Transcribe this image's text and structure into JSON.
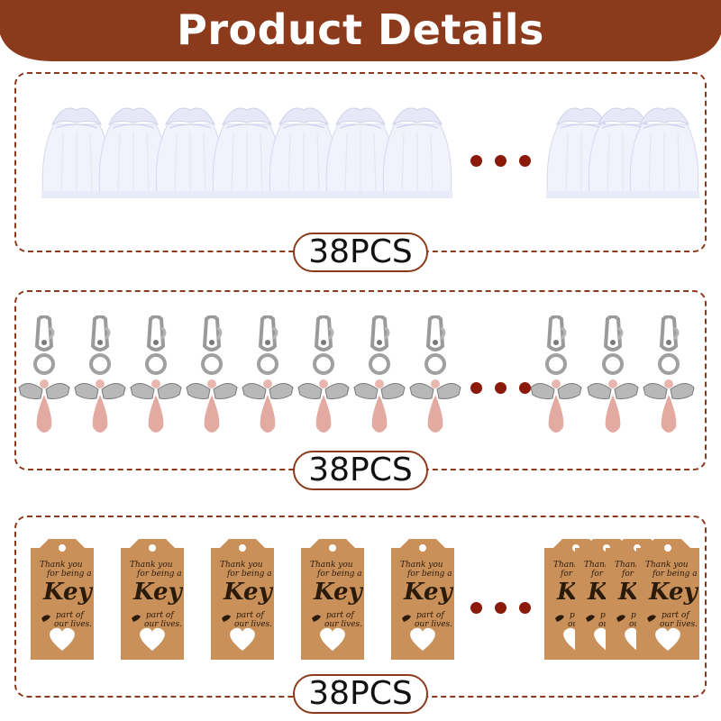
{
  "header": {
    "title": "Product Details"
  },
  "sections": [
    {
      "name": "organza-bags",
      "count_label": "38PCS"
    },
    {
      "name": "angel-keychains",
      "count_label": "38PCS"
    },
    {
      "name": "kraft-tags",
      "count_label": "38PCS"
    }
  ],
  "tag": {
    "line1": "Thank you",
    "line2": "for being a",
    "key_word": "Key",
    "line3": "part of",
    "line4": "our lives."
  },
  "colors": {
    "brand": "#8b3a1c",
    "dots": "#8b1a0a",
    "tag": "#c9905a",
    "bag": "#f1f2fb"
  },
  "icons": [
    "organza-bag-icon",
    "angel-keychain-icon",
    "kraft-tag-icon",
    "ellipsis-icon"
  ]
}
